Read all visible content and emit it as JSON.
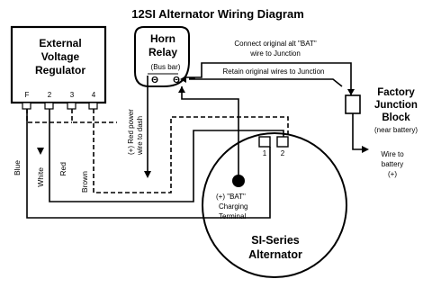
{
  "title": "12SI Alternator Wiring Diagram",
  "regulator": {
    "line1": "External",
    "line2": "Voltage",
    "line3": "Regulator",
    "terminals": [
      "F",
      "2",
      "3",
      "4"
    ]
  },
  "horn_relay": {
    "line1": "Horn",
    "line2": "Relay",
    "bus_bar": "(Bus bar)",
    "terminal_symbol": "Θ"
  },
  "junction_block": {
    "line1": "Factory",
    "line2": "Junction",
    "line3": "Block",
    "note": "(near battery)"
  },
  "alternator": {
    "line1": "SI-Series",
    "line2": "Alternator",
    "bat_label_1": "(+) \"BAT\"",
    "bat_label_2": "Charging",
    "bat_label_3": "Terminal",
    "plug_terminals": [
      "1",
      "2"
    ]
  },
  "wires": {
    "blue": "Blue",
    "white": "White",
    "red": "Red",
    "brown": "Brown",
    "red_power_1": "(+) Red power",
    "red_power_2": "wire to dash",
    "connect_1": "Connect original alt \"BAT\"",
    "connect_2": "wire to Junction",
    "retain": "Retain original wires to Junction",
    "to_battery_1": "Wire to",
    "to_battery_2": "battery",
    "to_battery_3": "(+)"
  }
}
